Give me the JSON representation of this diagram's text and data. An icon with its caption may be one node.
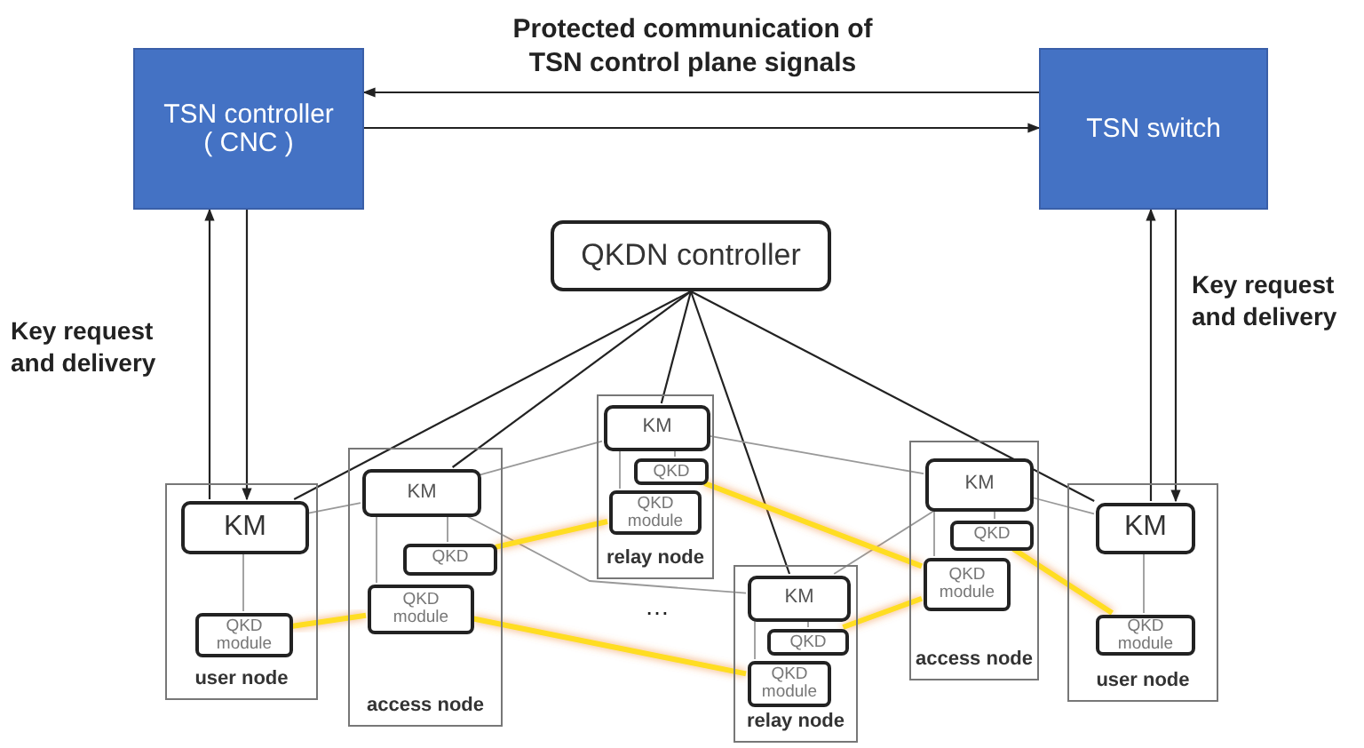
{
  "diagram": {
    "nodes": [
      {
        "text": [
          "TSN controller ( CNC )"
        ]
      },
      {
        "text": [
          "TSN switch"
        ]
      },
      {
        "text": [
          "QKDN controller"
        ]
      },
      {
        "text": [
          "user node"
        ]
      },
      {
        "text": [
          "KM"
        ],
        "in": 3
      },
      {
        "text": [
          "QKD module"
        ],
        "in": 3
      },
      {
        "text": [
          "access node"
        ]
      },
      {
        "text": [
          "KM"
        ],
        "in": 6
      },
      {
        "text": [
          "QKD"
        ],
        "in": 6
      },
      {
        "text": [
          "QKD module"
        ],
        "in": 6
      },
      {
        "text": [
          "relay node"
        ]
      },
      {
        "text": [
          "KM"
        ],
        "in": 10
      },
      {
        "text": [
          "QKD"
        ],
        "in": 10
      },
      {
        "text": [
          "QKD module"
        ],
        "in": 10
      },
      {
        "text": [
          "relay node"
        ]
      },
      {
        "text": [
          "KM"
        ],
        "in": 14
      },
      {
        "text": [
          "QKD"
        ],
        "in": 14
      },
      {
        "text": [
          "QKD module"
        ],
        "in": 14
      },
      {
        "text": [
          "access node"
        ]
      },
      {
        "text": [
          "KM"
        ],
        "in": 18
      },
      {
        "text": [
          "QKD"
        ],
        "in": 18
      },
      {
        "text": [
          "QKD module"
        ],
        "in": 18
      },
      {
        "text": [
          "user node"
        ]
      },
      {
        "text": [
          "KM"
        ],
        "in": 22
      },
      {
        "text": [
          "QKD module"
        ],
        "in": 22
      }
    ],
    "edges": [
      {
        "from": 1,
        "to": 0,
        "arrow": "to",
        "color": "#222222"
      },
      {
        "from": 0,
        "to": 1,
        "arrow": "to",
        "color": "#222222"
      },
      {
        "from": 4,
        "to": 0,
        "arrow": "to",
        "color": "#222222"
      },
      {
        "from": 0,
        "to": 4,
        "arrow": "to",
        "color": "#222222"
      },
      {
        "from": 23,
        "to": 1,
        "arrow": "to",
        "color": "#222222"
      },
      {
        "from": 1,
        "to": 23,
        "arrow": "to",
        "color": "#222222"
      },
      {
        "from": 2,
        "to": 4,
        "arrow": "none",
        "color": "#222222"
      },
      {
        "from": 2,
        "to": 7,
        "arrow": "none",
        "color": "#222222"
      },
      {
        "from": 2,
        "to": 11,
        "arrow": "none",
        "color": "#222222"
      },
      {
        "from": 2,
        "to": 15,
        "arrow": "none",
        "color": "#222222"
      },
      {
        "from": 2,
        "to": 23,
        "arrow": "none",
        "color": "#222222"
      },
      {
        "from": 4,
        "to": 7,
        "arrow": "none"
      },
      {
        "from": 7,
        "to": 11,
        "arrow": "none"
      },
      {
        "from": 7,
        "to": 15,
        "arrow": "none"
      },
      {
        "from": 11,
        "to": 19,
        "arrow": "none"
      },
      {
        "from": 15,
        "to": 19,
        "arrow": "none"
      },
      {
        "from": 19,
        "to": 23,
        "arrow": "none"
      },
      {
        "from": 4,
        "to": 5,
        "arrow": "none"
      },
      {
        "from": 7,
        "to": 8,
        "arrow": "none"
      },
      {
        "from": 7,
        "to": 9,
        "arrow": "none"
      },
      {
        "from": 11,
        "to": 12,
        "arrow": "none"
      },
      {
        "from": 11,
        "to": 13,
        "arrow": "none"
      },
      {
        "from": 15,
        "to": 16,
        "arrow": "none"
      },
      {
        "from": 15,
        "to": 17,
        "arrow": "none"
      },
      {
        "from": 19,
        "to": 20,
        "arrow": "none"
      },
      {
        "from": 19,
        "to": 21,
        "arrow": "none"
      },
      {
        "from": 23,
        "to": 24,
        "arrow": "none"
      },
      {
        "from": 5,
        "to": 9,
        "arrow": "none",
        "style": "thick",
        "color": "#ffdd22"
      },
      {
        "from": 8,
        "to": 13,
        "arrow": "none",
        "style": "thick",
        "color": "#ffdd22"
      },
      {
        "from": 9,
        "to": 17,
        "arrow": "none",
        "style": "thick",
        "color": "#ffdd22"
      },
      {
        "from": 12,
        "to": 21,
        "arrow": "none",
        "style": "thick",
        "color": "#ffdd22"
      },
      {
        "from": 16,
        "to": 21,
        "arrow": "none",
        "style": "thick",
        "color": "#ffdd22"
      },
      {
        "from": 20,
        "to": 24,
        "arrow": "none",
        "style": "thick",
        "color": "#ffdd22"
      }
    ],
    "labels": [
      "Protected communication of TSN control plane signals",
      "Key request and delivery",
      "Key request and delivery",
      "…"
    ]
  }
}
